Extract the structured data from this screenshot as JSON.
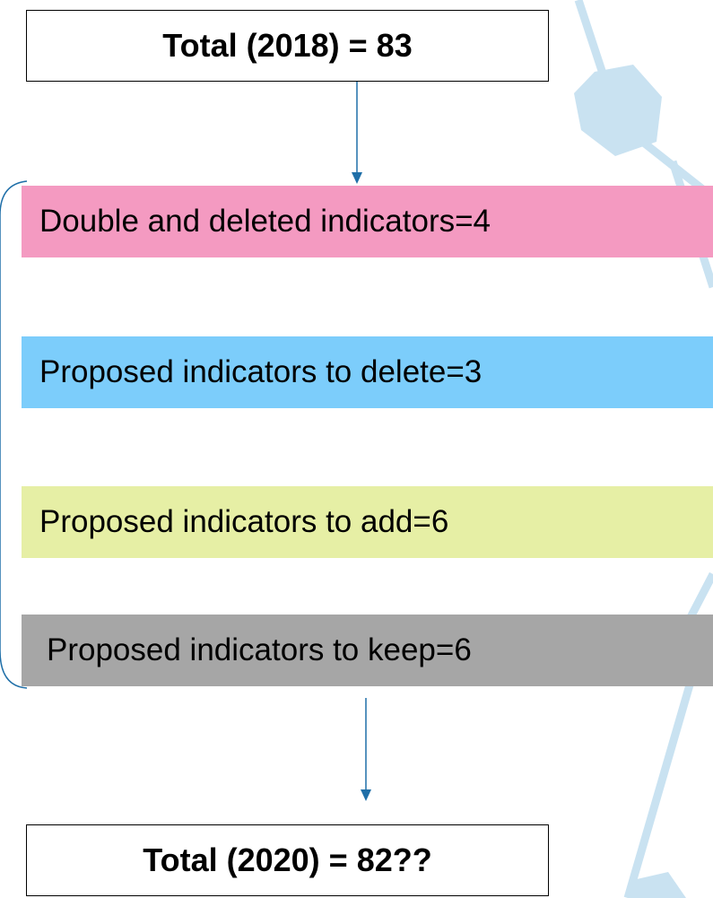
{
  "totals": {
    "start": "Total (2018) = 83",
    "end": "Total (2020) = 82??"
  },
  "steps": [
    {
      "label": "Double and deleted indicators=4",
      "color": "#f49ac1"
    },
    {
      "label": "Proposed indicators to delete=3",
      "color": "#7ccdfb"
    },
    {
      "label": "Proposed indicators to add=6",
      "color": "#e6efa5"
    },
    {
      "label": "Proposed indicators to keep=6",
      "color": "#a6a6a6"
    }
  ],
  "colors": {
    "arrow": "#1f6fa8",
    "bracket": "#1f6fa8",
    "background_decoration": "#c9e2f1"
  }
}
